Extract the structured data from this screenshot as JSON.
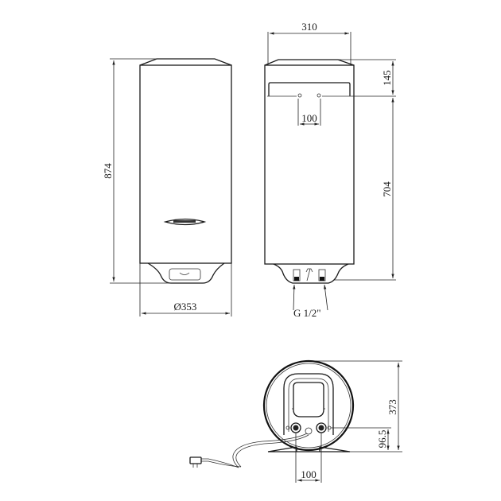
{
  "diagram": {
    "subject": "Electric water heater dimensional drawing",
    "views": {
      "front": {
        "height_label": "874",
        "diameter_label": "Ø353"
      },
      "side": {
        "width_label": "310",
        "bracket_height_label": "145",
        "bracket_hole_spacing_label": "100",
        "pipe_height_label": "704",
        "connection_label": "G 1/2\""
      },
      "bottom": {
        "height_label": "373",
        "pipe_offset_label": "96.5",
        "pipe_spacing_label": "100"
      }
    },
    "colors": {
      "line": "#1a1a1a",
      "background": "#ffffff"
    }
  }
}
